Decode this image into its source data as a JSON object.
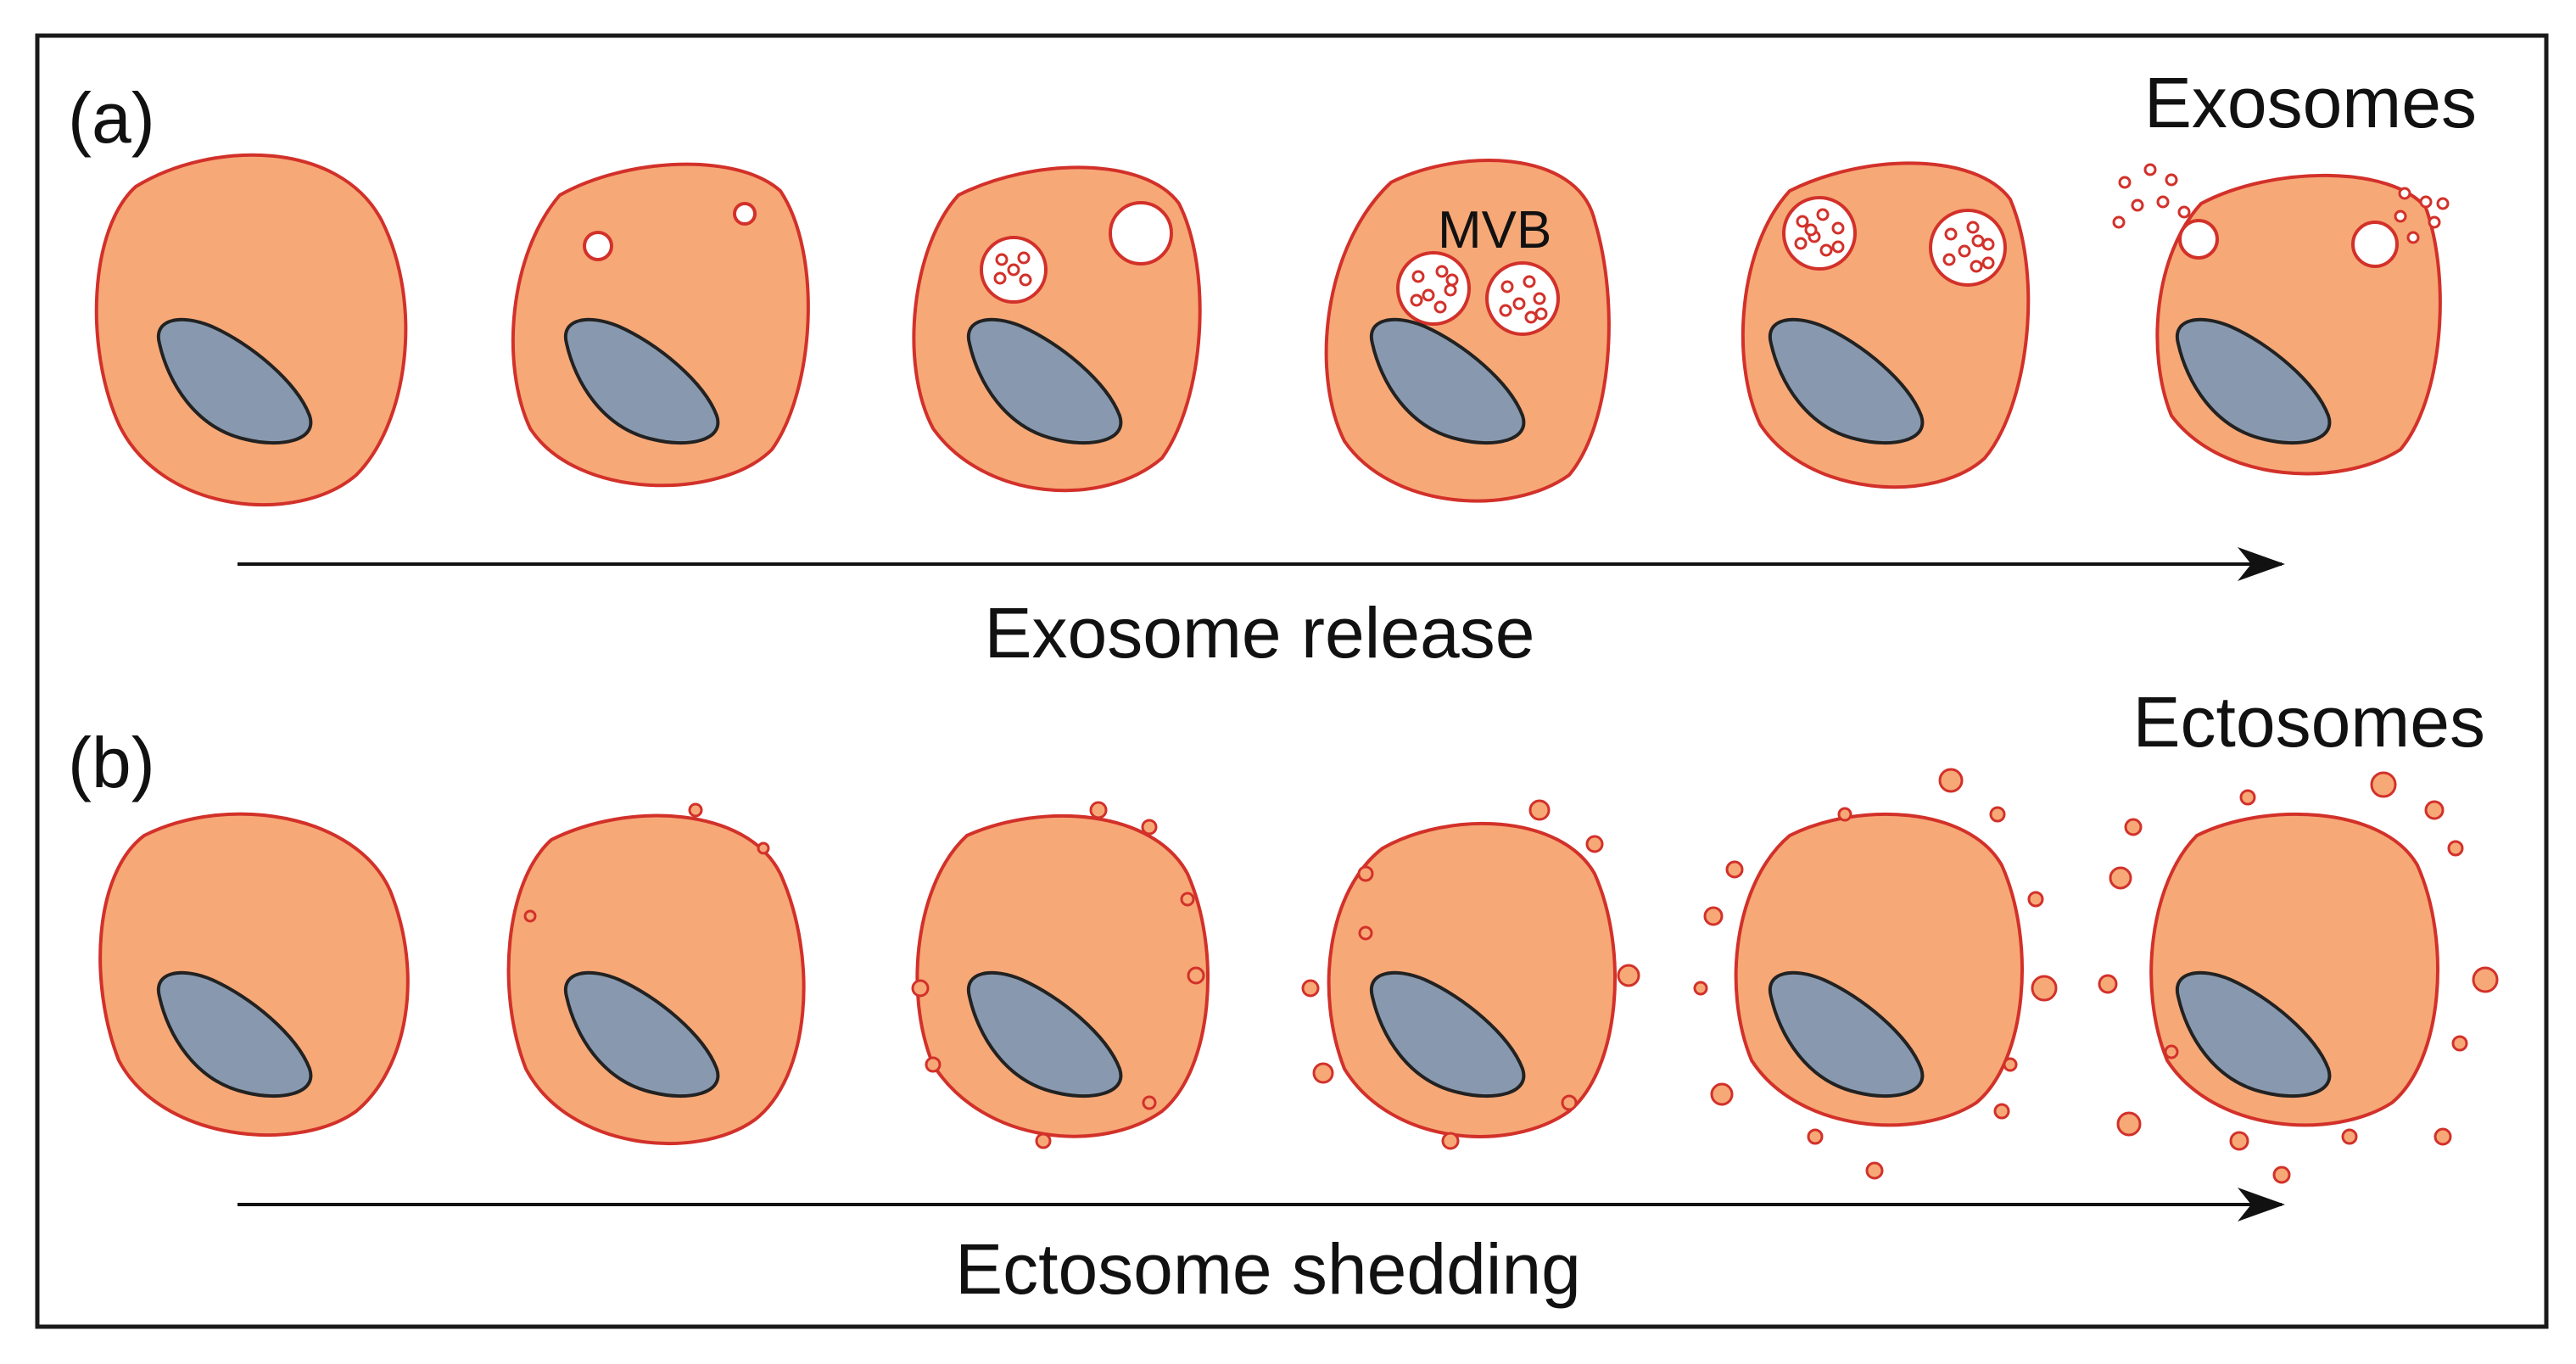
{
  "panel_a": {
    "label": "(a)",
    "title": "Exosomes",
    "mvb_label": "MVB",
    "process_label": "Exosome release"
  },
  "panel_b": {
    "label": "(b)",
    "title": "Ectosomes",
    "process_label": "Ectosome shedding"
  },
  "colors": {
    "cytoplasm": "#F7A877",
    "membrane": "#D2312A",
    "nucleus": "#8899AF",
    "vesicle_fill": "#FFFFFF",
    "frame": "#1A1A1A",
    "arrow": "#111111"
  }
}
